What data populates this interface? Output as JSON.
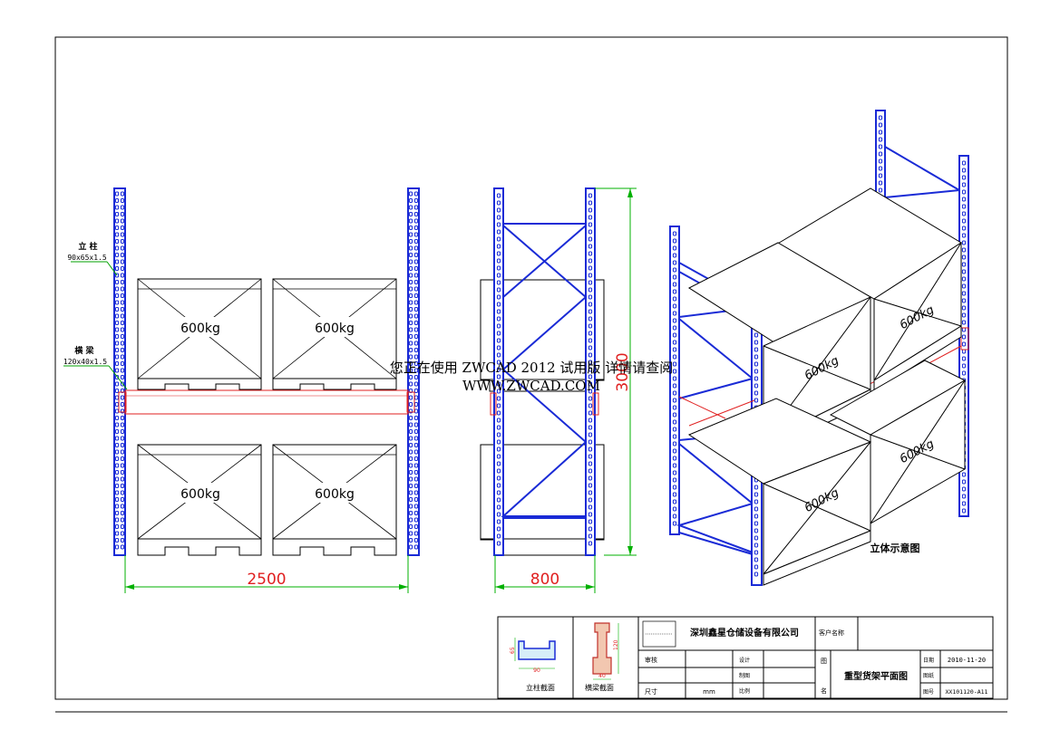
{
  "colors": {
    "upright": "#1a2bd6",
    "beam": "#e02020",
    "dimension": "#00b000",
    "pallet": "#000000",
    "brace": "#1a2bd6",
    "leader": "#00a000"
  },
  "front_view": {
    "upright_label": "立 柱",
    "upright_spec": "90x65x1.5",
    "beam_label": "横 梁",
    "beam_spec": "120x40x1.5",
    "load_labels": [
      "600kg",
      "600kg",
      "600kg",
      "600kg"
    ],
    "width_dim": "2500"
  },
  "side_view": {
    "depth_dim": "800",
    "height_dim": "3000"
  },
  "iso_view": {
    "load_labels": [
      "600kg",
      "600kg",
      "600kg",
      "600kg"
    ],
    "caption": "立体示意图"
  },
  "watermark": {
    "line1": "您正在使用 ZWCAD 2012 试用版 详情请查阅",
    "line2": "WWW.ZWCAD.COM"
  },
  "title_block": {
    "upright_section_caption": "立柱截面",
    "beam_section_caption": "横梁截面",
    "upright_section_dims": [
      "65",
      "90"
    ],
    "beam_section_dims": [
      "120",
      "40"
    ],
    "company": "深圳鑫星仓储设备有限公司",
    "client_label": "客户名称",
    "review_label": "审核",
    "design_label": "设计",
    "drawing_label": "制图",
    "size_label": "尺寸",
    "size_value": "mm",
    "scale_label": "比例",
    "name_label_1": "图",
    "name_label_2": "名",
    "drawing_title": "重型货架平面图",
    "date_label": "日期",
    "date_value": "2010-11-20",
    "sheet_label": "图纸",
    "number_label": "图号",
    "number_value": "XX101120-A11"
  }
}
